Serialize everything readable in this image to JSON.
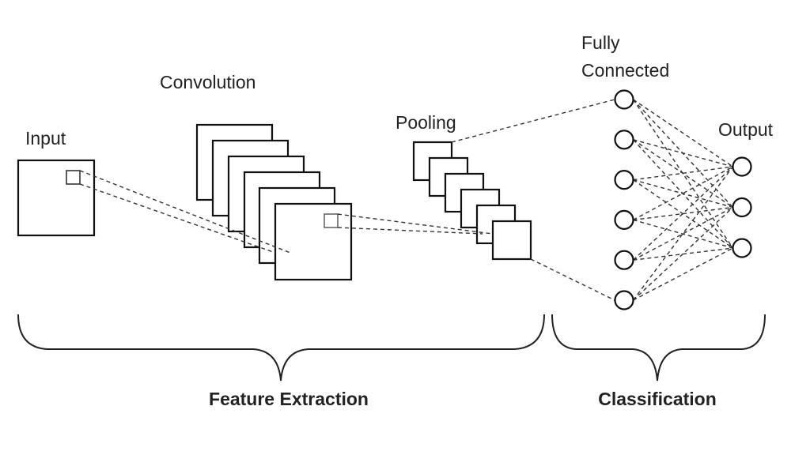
{
  "labels": {
    "input": "Input",
    "convolution": "Convolution",
    "pooling": "Pooling",
    "fully_connected_line1": "Fully",
    "fully_connected_line2": "Connected",
    "output": "Output",
    "feature_extraction": "Feature Extraction",
    "classification": "Classification"
  },
  "layers": {
    "convolution_maps": 6,
    "pooling_maps": 6,
    "fully_connected_nodes": 6,
    "output_nodes": 3
  },
  "colors": {
    "stroke": "#111111",
    "text": "#222222",
    "background": "#ffffff"
  }
}
